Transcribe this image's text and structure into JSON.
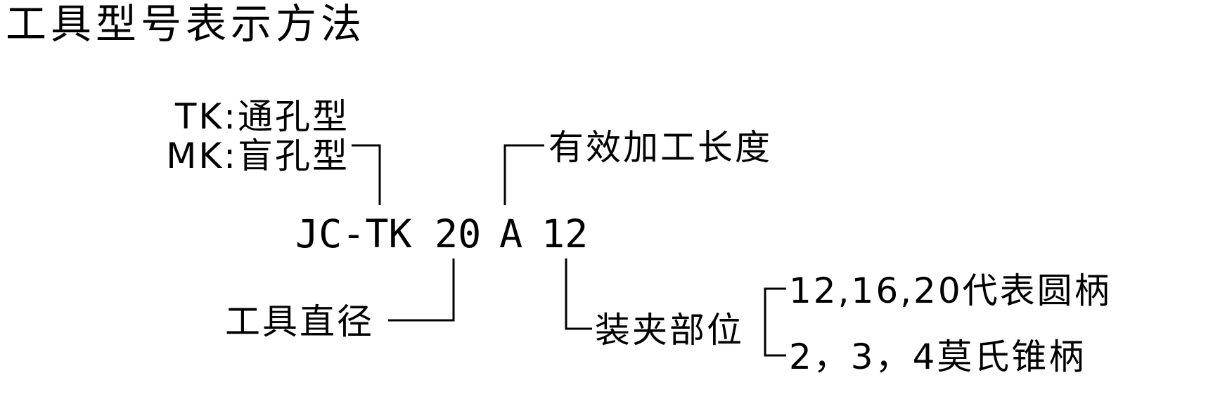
{
  "page": {
    "background_color": "#ffffff",
    "ink_color": "#000000"
  },
  "title": "工具型号表示方法",
  "model": {
    "prefix": "JC-TK",
    "diameter_code": "20",
    "length_code": "A",
    "shank_code": "12"
  },
  "callouts": {
    "tk_type": "TK:通孔型",
    "mk_type": "MK:盲孔型",
    "effective_length": "有效加工长度",
    "tool_diameter": "工具直径",
    "clamp_position": "装夹部位",
    "round_shank_note": "12,16,20代表圆柄",
    "morse_taper_note": "2，3，4莫氏锥柄"
  }
}
